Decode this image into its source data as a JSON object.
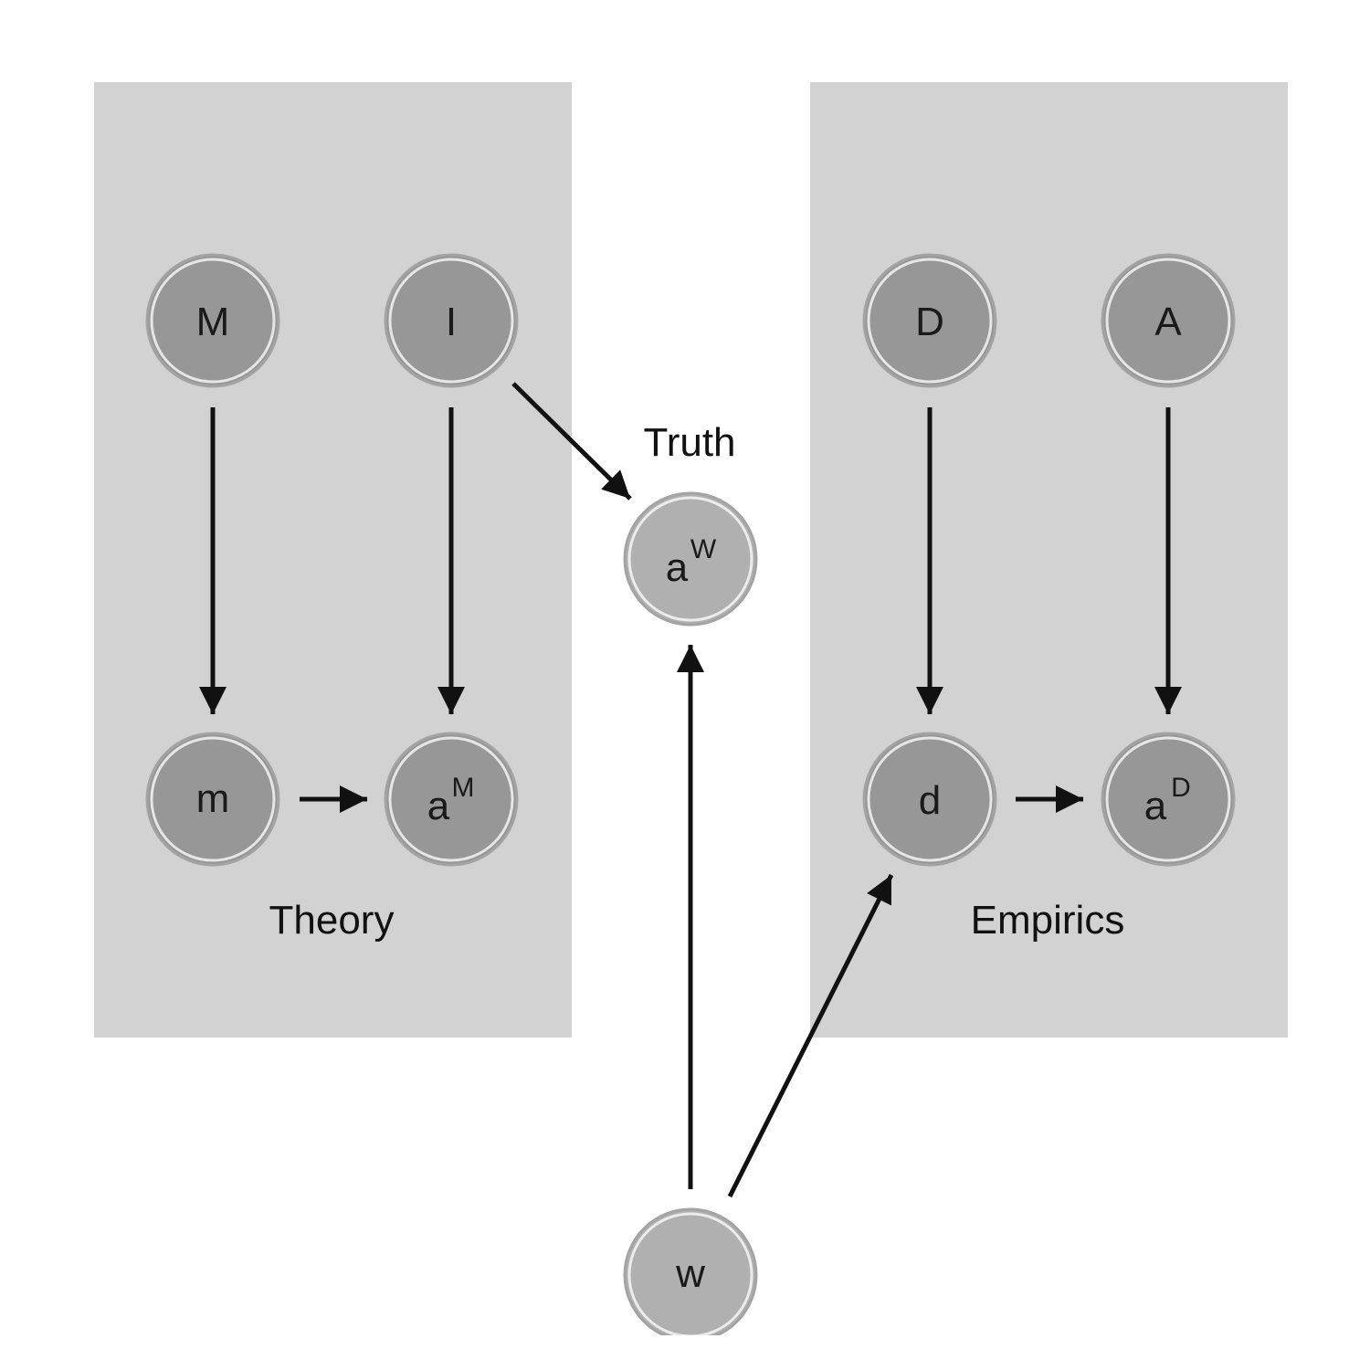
{
  "groups": {
    "theory": {
      "label": "Theory"
    },
    "empirics": {
      "label": "Empirics"
    },
    "truth": {
      "label": "Truth"
    }
  },
  "nodes": {
    "M": {
      "base": "M",
      "sup": ""
    },
    "I": {
      "base": "I",
      "sup": ""
    },
    "m": {
      "base": "m",
      "sup": ""
    },
    "aM": {
      "base": "a",
      "sup": "M"
    },
    "D": {
      "base": "D",
      "sup": ""
    },
    "A": {
      "base": "A",
      "sup": ""
    },
    "d": {
      "base": "d",
      "sup": ""
    },
    "aD": {
      "base": "a",
      "sup": "D"
    },
    "aW": {
      "base": "a",
      "sup": "W"
    },
    "w": {
      "base": "w",
      "sup": ""
    }
  },
  "edges": [
    {
      "from": "M",
      "to": "m"
    },
    {
      "from": "I",
      "to": "aM"
    },
    {
      "from": "m",
      "to": "aM"
    },
    {
      "from": "I",
      "to": "aW"
    },
    {
      "from": "D",
      "to": "d"
    },
    {
      "from": "A",
      "to": "aD"
    },
    {
      "from": "d",
      "to": "aD"
    },
    {
      "from": "w",
      "to": "aW"
    },
    {
      "from": "w",
      "to": "d"
    }
  ],
  "colors": {
    "panel": "#d2d2d2",
    "node_dark": "#979797",
    "node_light": "#b0b0b0",
    "node_ring": "#a3a3a3",
    "edge": "#111111"
  }
}
